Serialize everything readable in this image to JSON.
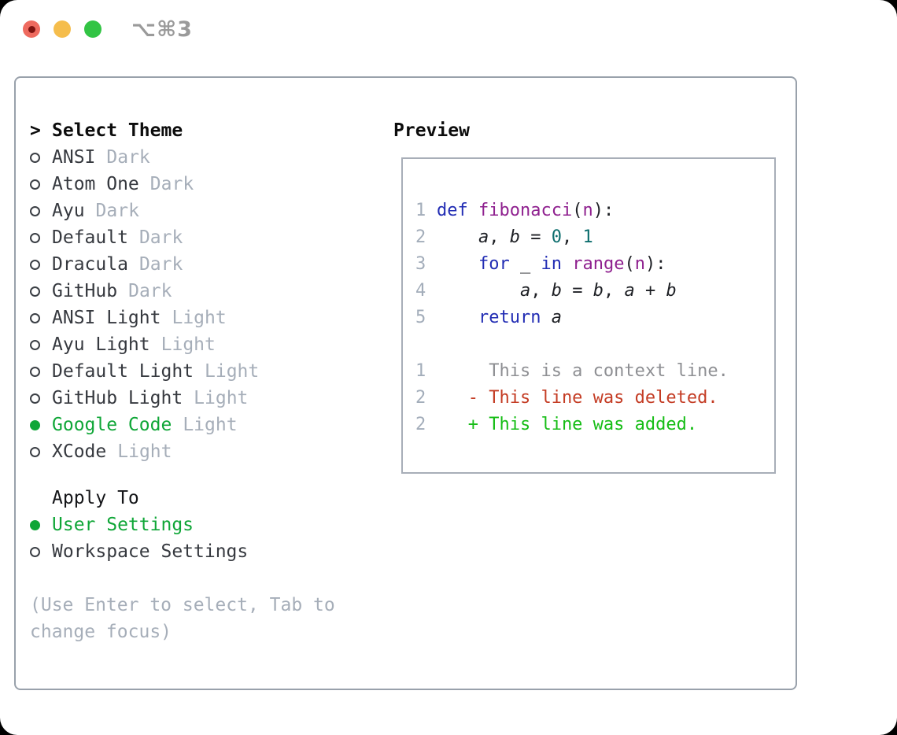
{
  "titlebar": {
    "shortcut": "⌥⌘3"
  },
  "colors": {
    "close_red": "#ee6a5f",
    "close_dot": "#7e1310",
    "minimize_yellow": "#f5bd4c",
    "zoom_green": "#32c444",
    "selected_green": "#0fa637",
    "muted": "#a6aeb9",
    "text": "#36393f",
    "header_text": "#0c0c0c",
    "panel_border": "#99a1ab",
    "preview_border": "#a8aeb8",
    "line_number": "#a3adba",
    "keyword": "#222db4",
    "function": "#8f218f",
    "literal": "#0d6e6e",
    "plain": "#1d1f24",
    "diff_context": "#8e8f93",
    "diff_deleted": "#c43c24",
    "diff_added": "#16bd16"
  },
  "theme_picker": {
    "marker": ">",
    "header": "Select Theme",
    "themes": [
      {
        "name": "ANSI",
        "variant": "Dark",
        "selected": false
      },
      {
        "name": "Atom One",
        "variant": "Dark",
        "selected": false
      },
      {
        "name": "Ayu",
        "variant": "Dark",
        "selected": false
      },
      {
        "name": "Default",
        "variant": "Dark",
        "selected": false
      },
      {
        "name": "Dracula",
        "variant": "Dark",
        "selected": false
      },
      {
        "name": "GitHub",
        "variant": "Dark",
        "selected": false
      },
      {
        "name": "ANSI Light",
        "variant": "Light",
        "selected": false
      },
      {
        "name": "Ayu Light",
        "variant": "Light",
        "selected": false
      },
      {
        "name": "Default Light",
        "variant": "Light",
        "selected": false
      },
      {
        "name": "GitHub Light",
        "variant": "Light",
        "selected": false
      },
      {
        "name": "Google Code",
        "variant": "Light",
        "selected": true
      },
      {
        "name": "XCode",
        "variant": "Light",
        "selected": false
      }
    ],
    "apply_to": {
      "header": "Apply To",
      "options": [
        {
          "label": "User Settings",
          "selected": true
        },
        {
          "label": "Workspace Settings",
          "selected": false
        }
      ]
    },
    "hint_lines": [
      "(Use Enter to select, Tab to",
      "change focus)"
    ]
  },
  "preview": {
    "header": "Preview",
    "lines": [
      {
        "num": "1",
        "tokens": [
          [
            "kw",
            "def"
          ],
          [
            "pln",
            " "
          ],
          [
            "fn",
            "fibonacci"
          ],
          [
            "pln",
            "("
          ],
          [
            "fn",
            "n"
          ],
          [
            "pln",
            "):"
          ]
        ]
      },
      {
        "num": "2",
        "tokens": [
          [
            "pln",
            "    "
          ],
          [
            "var",
            "a"
          ],
          [
            "pln",
            ", "
          ],
          [
            "var",
            "b"
          ],
          [
            "pln",
            " = "
          ],
          [
            "lit",
            "0"
          ],
          [
            "pln",
            ", "
          ],
          [
            "lit",
            "1"
          ]
        ]
      },
      {
        "num": "3",
        "tokens": [
          [
            "pln",
            "    "
          ],
          [
            "kw",
            "for"
          ],
          [
            "pln",
            " _ "
          ],
          [
            "kw",
            "in"
          ],
          [
            "pln",
            " "
          ],
          [
            "fn",
            "range"
          ],
          [
            "pln",
            "("
          ],
          [
            "fn",
            "n"
          ],
          [
            "pln",
            "):"
          ]
        ]
      },
      {
        "num": "4",
        "tokens": [
          [
            "pln",
            "        "
          ],
          [
            "var",
            "a"
          ],
          [
            "pln",
            ", "
          ],
          [
            "var",
            "b"
          ],
          [
            "pln",
            " = "
          ],
          [
            "var",
            "b"
          ],
          [
            "pln",
            ", "
          ],
          [
            "var",
            "a"
          ],
          [
            "pln",
            " + "
          ],
          [
            "var",
            "b"
          ]
        ]
      },
      {
        "num": "5",
        "tokens": [
          [
            "pln",
            "    "
          ],
          [
            "kw",
            "return"
          ],
          [
            "pln",
            " "
          ],
          [
            "var",
            "a"
          ]
        ]
      },
      {
        "num": "",
        "tokens": []
      },
      {
        "num": "1",
        "tokens": [
          [
            "ctx",
            "     This is a context line."
          ]
        ]
      },
      {
        "num": "2",
        "tokens": [
          [
            "del",
            "   - This line was deleted."
          ]
        ]
      },
      {
        "num": "2",
        "tokens": [
          [
            "add",
            "   + This line was added."
          ]
        ]
      }
    ]
  }
}
